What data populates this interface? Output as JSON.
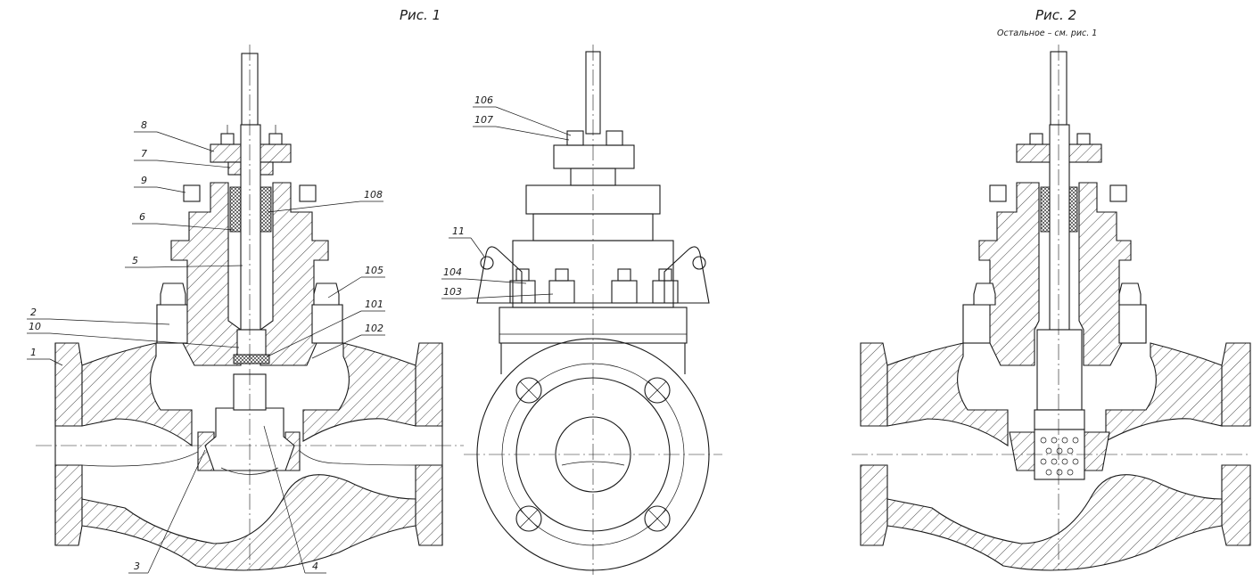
{
  "figures": [
    {
      "title": "Рис. 1",
      "subtitle": ""
    },
    {
      "title": "Рис. 2",
      "subtitle": "Остальное – см. рис. 1"
    }
  ],
  "callouts": {
    "fig1_section": [
      "8",
      "7",
      "9",
      "6",
      "5",
      "2",
      "10",
      "1",
      "108",
      "105",
      "101",
      "102",
      "3",
      "4"
    ],
    "fig1_side": [
      "106",
      "107",
      "11",
      "104",
      "103"
    ]
  }
}
